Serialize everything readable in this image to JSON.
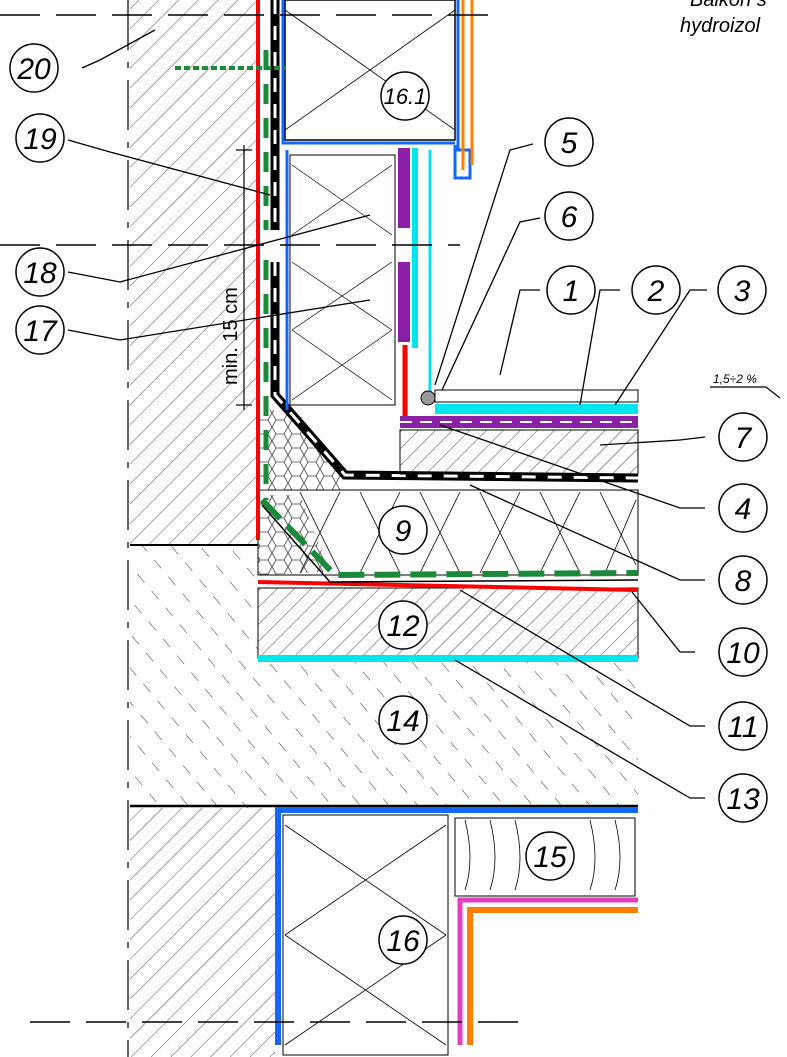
{
  "title": {
    "line1": "Balkon s",
    "line2": "hydroizol"
  },
  "dimension": {
    "height_text": "min. 15 cm"
  },
  "slope": {
    "text": "1,5÷2 %"
  },
  "labels": {
    "l1": "1",
    "l2": "2",
    "l3": "3",
    "l4": "4",
    "l5": "5",
    "l6": "6",
    "l7": "7",
    "l8": "8",
    "l9": "9",
    "l10": "10",
    "l11": "11",
    "l12": "12",
    "l13": "13",
    "l14": "14",
    "l15": "15",
    "l16": "16",
    "l16_1": "16.1",
    "l17": "17",
    "l18": "18",
    "l19": "19",
    "l20": "20"
  },
  "colors": {
    "waterproofing_red": "#ff0000",
    "membrane_green": "#1a8a3a",
    "insulation_blue": "#1565ff",
    "cyan_layer": "#00e5ee",
    "purple_layer": "#8b1fa8",
    "magenta_layer": "#e040c0",
    "orange_layer": "#ff8000",
    "line_black": "#000000"
  }
}
